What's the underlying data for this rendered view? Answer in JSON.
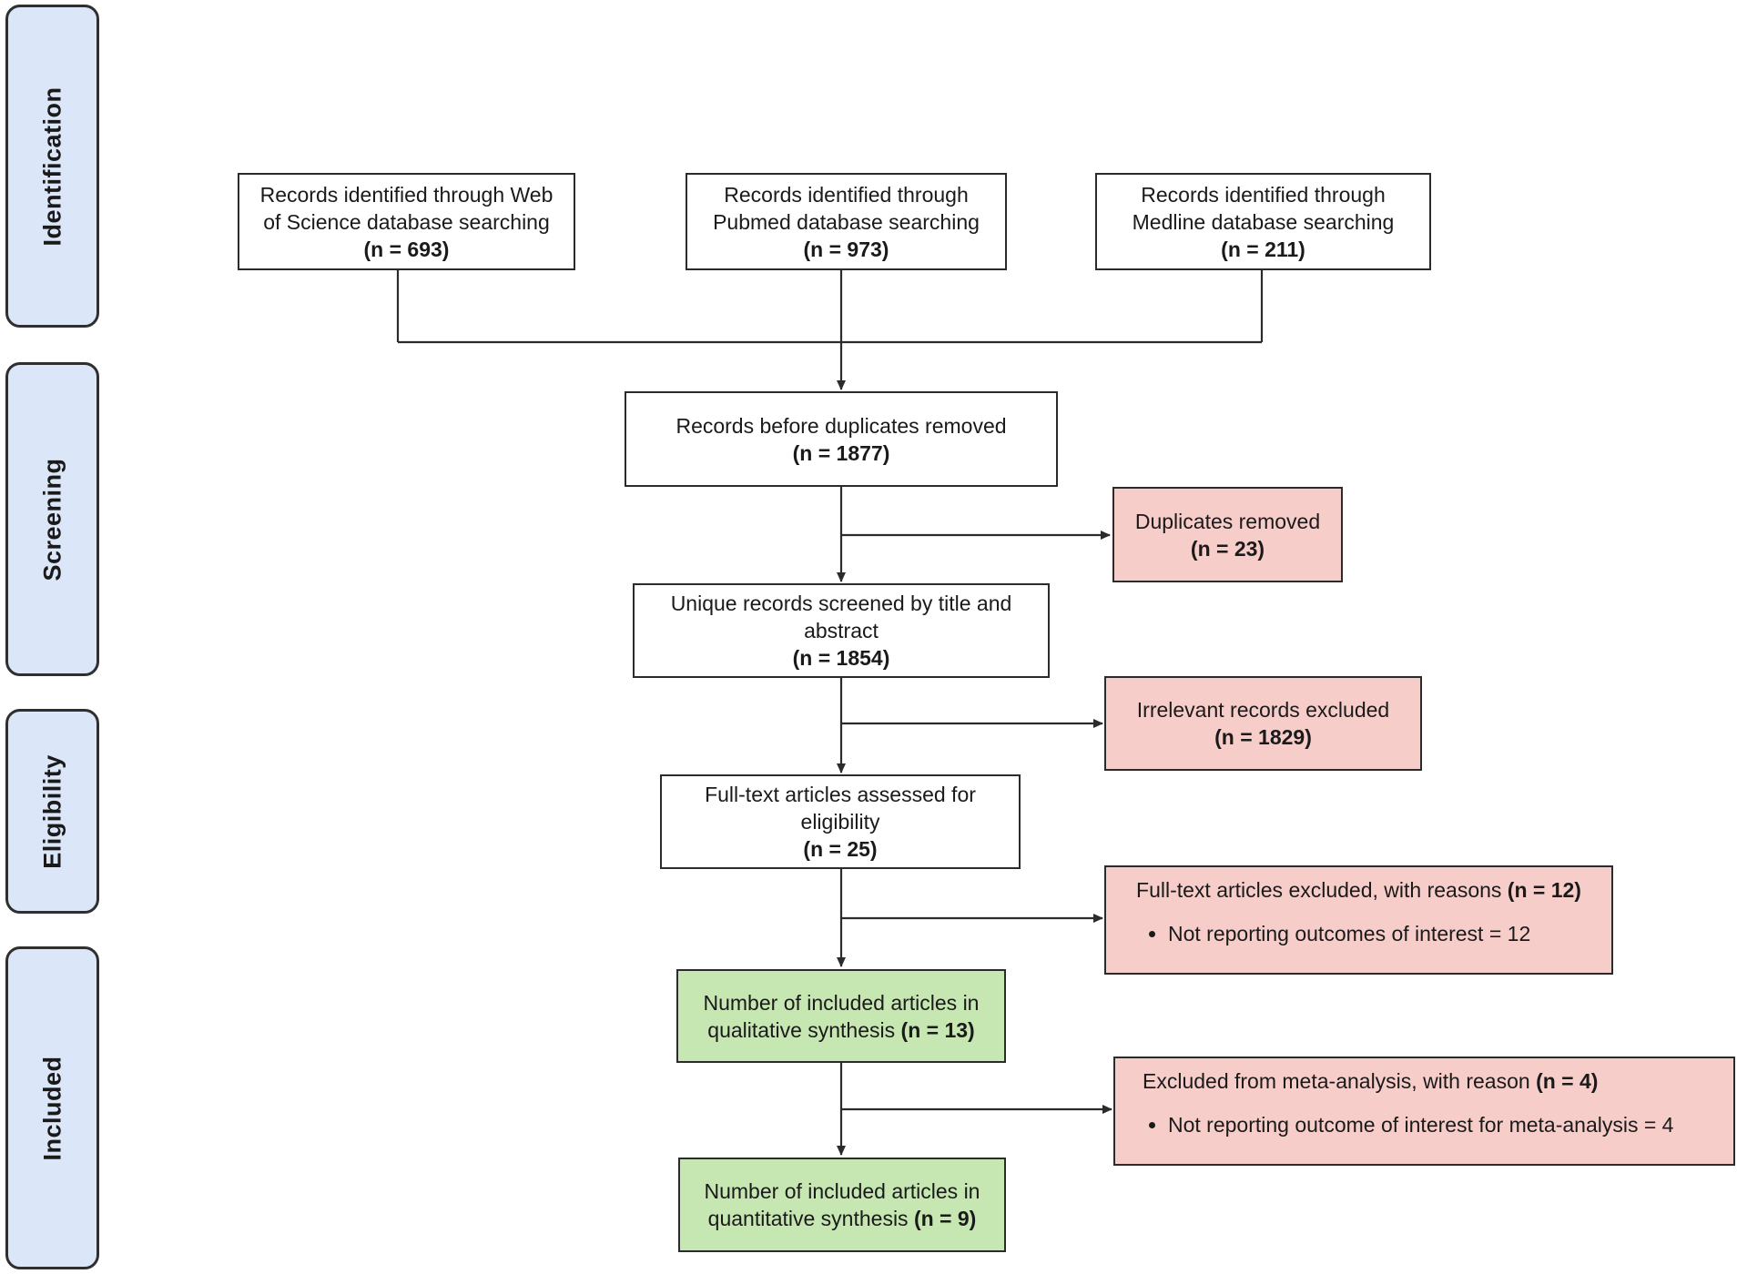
{
  "stages": {
    "identification": "Identification",
    "screening": "Screening",
    "eligibility": "Eligibility",
    "included": "Included"
  },
  "boxes": {
    "web_of_science": {
      "text": "Records identified through Web of Science database searching",
      "count": "(n = 693)"
    },
    "pubmed": {
      "text": "Records identified through Pubmed database searching",
      "count": "(n = 973)"
    },
    "medline": {
      "text": "Records identified through Medline database searching",
      "count": "(n = 211)"
    },
    "before_duplicates": {
      "text": "Records before duplicates removed",
      "count": "(n = 1877)"
    },
    "duplicates_removed": {
      "text": "Duplicates removed",
      "count": "(n = 23)"
    },
    "unique_screened": {
      "text": "Unique records screened by title and abstract",
      "count": "(n = 1854)"
    },
    "irrelevant_excluded": {
      "text": "Irrelevant records excluded",
      "count": "(n = 1829)"
    },
    "fulltext_assessed": {
      "text": "Full-text articles assessed for eligibility",
      "count": "(n = 25)"
    },
    "fulltext_excluded": {
      "text": "Full-text articles excluded, with reasons",
      "count": "(n = 12)",
      "bullet": "Not reporting outcomes of interest = 12"
    },
    "qualitative": {
      "text": "Number of included articles in qualitative synthesis",
      "count": "(n = 13)"
    },
    "meta_excluded": {
      "text": "Excluded from meta-analysis, with reason",
      "count": "(n = 4)",
      "bullet": "Not reporting outcome of interest for meta-analysis = 4"
    },
    "quantitative": {
      "text": "Number of included articles in quantitative synthesis",
      "count": "(n = 9)"
    }
  },
  "colors": {
    "stage_fill": "#dbe6f8",
    "excluded_fill": "#f7cdca",
    "included_fill": "#c6e6b2",
    "stroke": "#2b2b2b"
  }
}
